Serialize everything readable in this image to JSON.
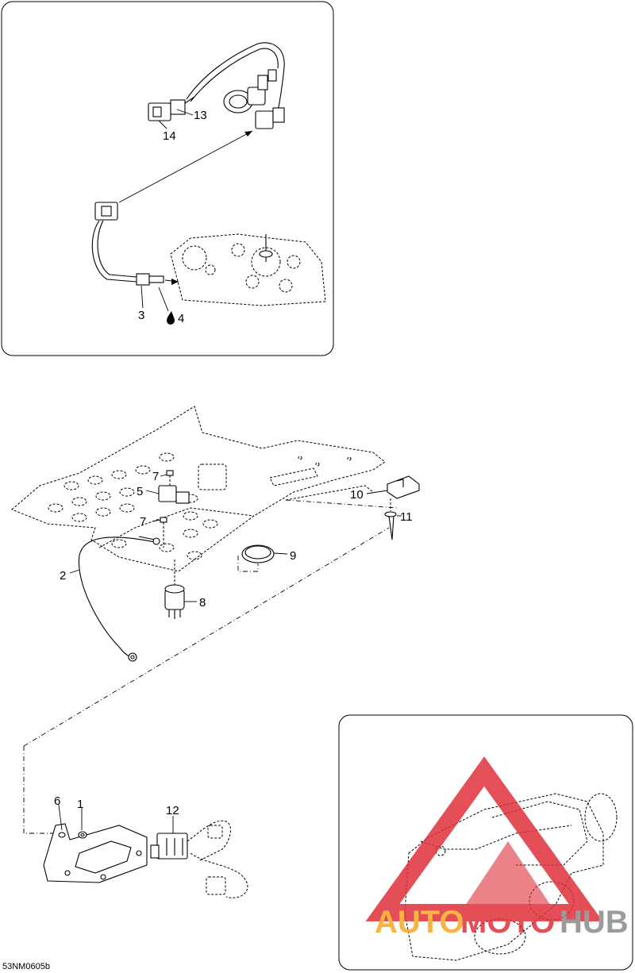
{
  "diagram": {
    "callouts": [
      {
        "id": "c1",
        "text": "1"
      },
      {
        "id": "c2",
        "text": "2"
      },
      {
        "id": "c3",
        "text": "3"
      },
      {
        "id": "c4",
        "text": "4"
      },
      {
        "id": "c5",
        "text": "5"
      },
      {
        "id": "c6",
        "text": "6"
      },
      {
        "id": "c7a",
        "text": "7"
      },
      {
        "id": "c7b",
        "text": "7"
      },
      {
        "id": "c8",
        "text": "8"
      },
      {
        "id": "c9",
        "text": "9"
      },
      {
        "id": "c10",
        "text": "10"
      },
      {
        "id": "c11",
        "text": "11"
      },
      {
        "id": "c12",
        "text": "12"
      },
      {
        "id": "c13",
        "text": "13"
      },
      {
        "id": "c14",
        "text": "14"
      }
    ],
    "drawing_code": "53NM0605b",
    "watermark": {
      "part1": "AUTO",
      "part2": "MOTO",
      "part3": "HUB",
      "color_orange": "#f7a823",
      "color_red": "#e0303a",
      "color_gray": "#8a8a8a"
    }
  }
}
